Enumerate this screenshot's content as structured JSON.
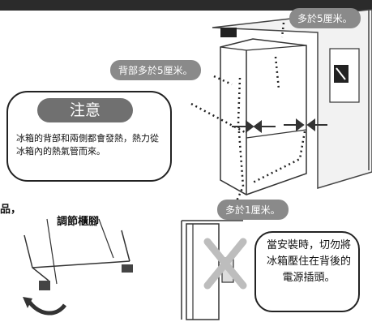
{
  "labels": {
    "top_right_clearance": "多於5厘米。",
    "back_clearance": "背部多於5厘米。",
    "bottom_clearance": "多於1厘米。",
    "adjust_feet": "調節櫃腳",
    "left_fragment": "品，"
  },
  "caution": {
    "title": "注意",
    "text": "冰箱的背部和兩側都會發熱，熱力從冰箱內的熱氣管而來。"
  },
  "warning_box": {
    "text": "當安裝時，切勿將冰箱壓住在背後的電源插頭。"
  },
  "colors": {
    "label_bg": "#8a8a8a",
    "title_chip": "#707070",
    "outline": "#222222"
  }
}
